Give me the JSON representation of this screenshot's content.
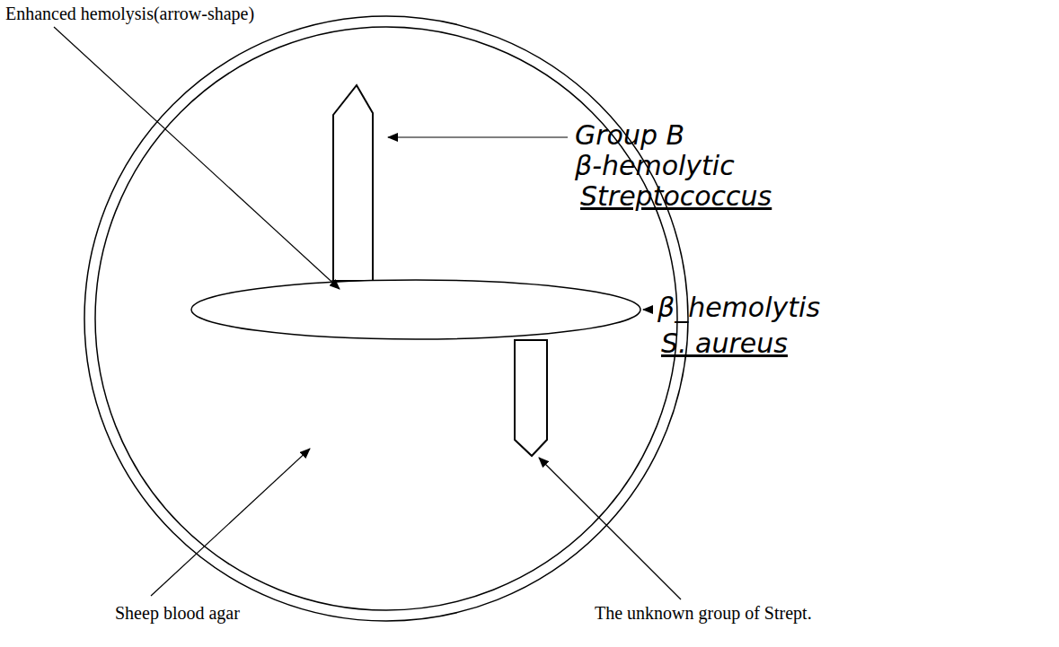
{
  "diagram": {
    "labels": [
      "Enhanced hemolysis(arrow-shape)",
      "Group B",
      "β-hemolytic",
      "Streptococcus",
      "β_hemolytis",
      "S. aureus",
      "Sheep blood agar",
      "The unknown group of Strept."
    ]
  }
}
